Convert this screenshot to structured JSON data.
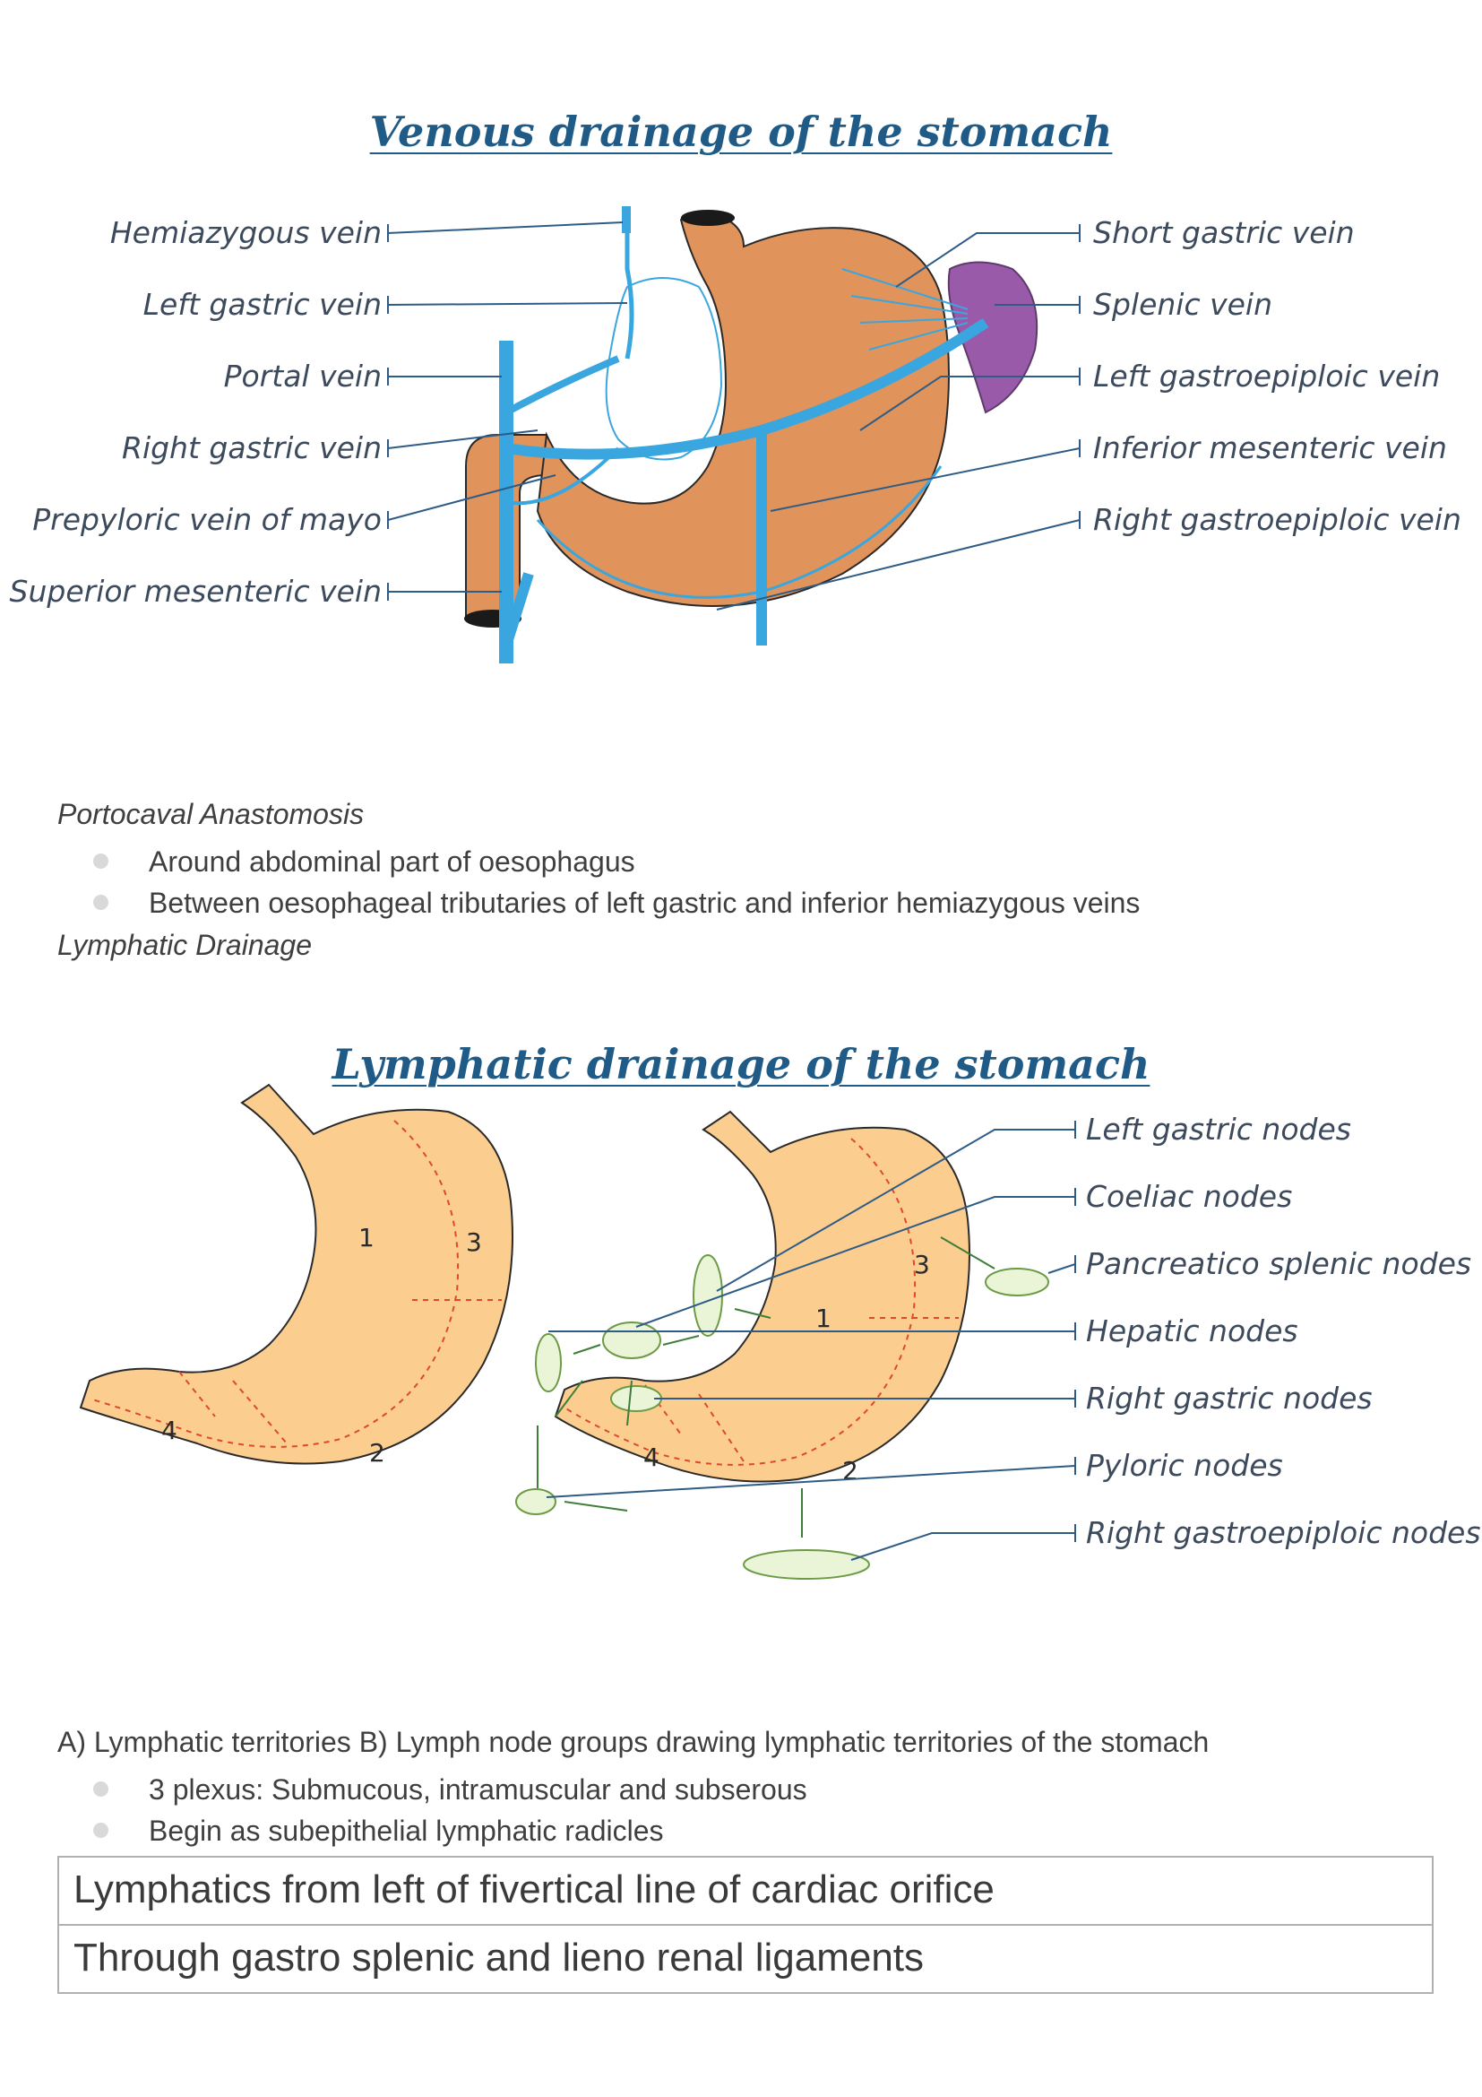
{
  "figure1": {
    "title": "Venous drainage of the stomach",
    "left_labels": [
      "Hemiazygous vein",
      "Left gastric vein",
      "Portal vein",
      "Right gastric vein",
      "Prepyloric vein of mayo",
      "Superior mesenteric vein"
    ],
    "right_labels": [
      "Short gastric vein",
      "Splenic vein",
      "Left  gastroepiploic vein",
      "Inferior mesenteric vein",
      "Right gastroepiploic vein"
    ],
    "colors": {
      "stomach": "#e0935a",
      "vein": "#3aa6df",
      "spleen": "#9a5aaa",
      "esophagus": "#ffffff"
    }
  },
  "section_portocaval": {
    "heading": "Portocaval Anastomosis",
    "bullets": [
      "Around abdominal part of oesophagus",
      "Between oesophageal tributaries of left gastric and inferior hemiazygous veins"
    ]
  },
  "section_lymph_heading": "Lymphatic Drainage",
  "figure2": {
    "title": "Lymphatic drainage of the stomach",
    "territory_numbers_a": [
      "1",
      "2",
      "3",
      "4"
    ],
    "territory_numbers_b": [
      "1",
      "2",
      "3",
      "4"
    ],
    "right_labels": [
      "Left gastric nodes",
      "Coeliac nodes",
      "Pancreatico splenic nodes",
      "Hepatic nodes",
      "Right gastric nodes",
      "Pyloric nodes",
      "Right gastroepiploic nodes"
    ],
    "colors": {
      "stomach": "#fbcd8f",
      "node_fill": "#eaf5d8",
      "node_stroke": "#6c9a45",
      "arrow": "#3e7d3a",
      "territory_line": "#e0482c"
    }
  },
  "caption": "A) Lymphatic territories B) Lymph node groups drawing lymphatic territories of the stomach",
  "lymph_bullets": [
    "3 plexus: Submucous, intramuscular and subserous",
    "Begin as subepithelial lymphatic radicles"
  ],
  "table_rows": [
    "Lymphatics from left of fivertical line of cardiac orifice",
    "Through gastro splenic and lieno renal ligaments"
  ]
}
